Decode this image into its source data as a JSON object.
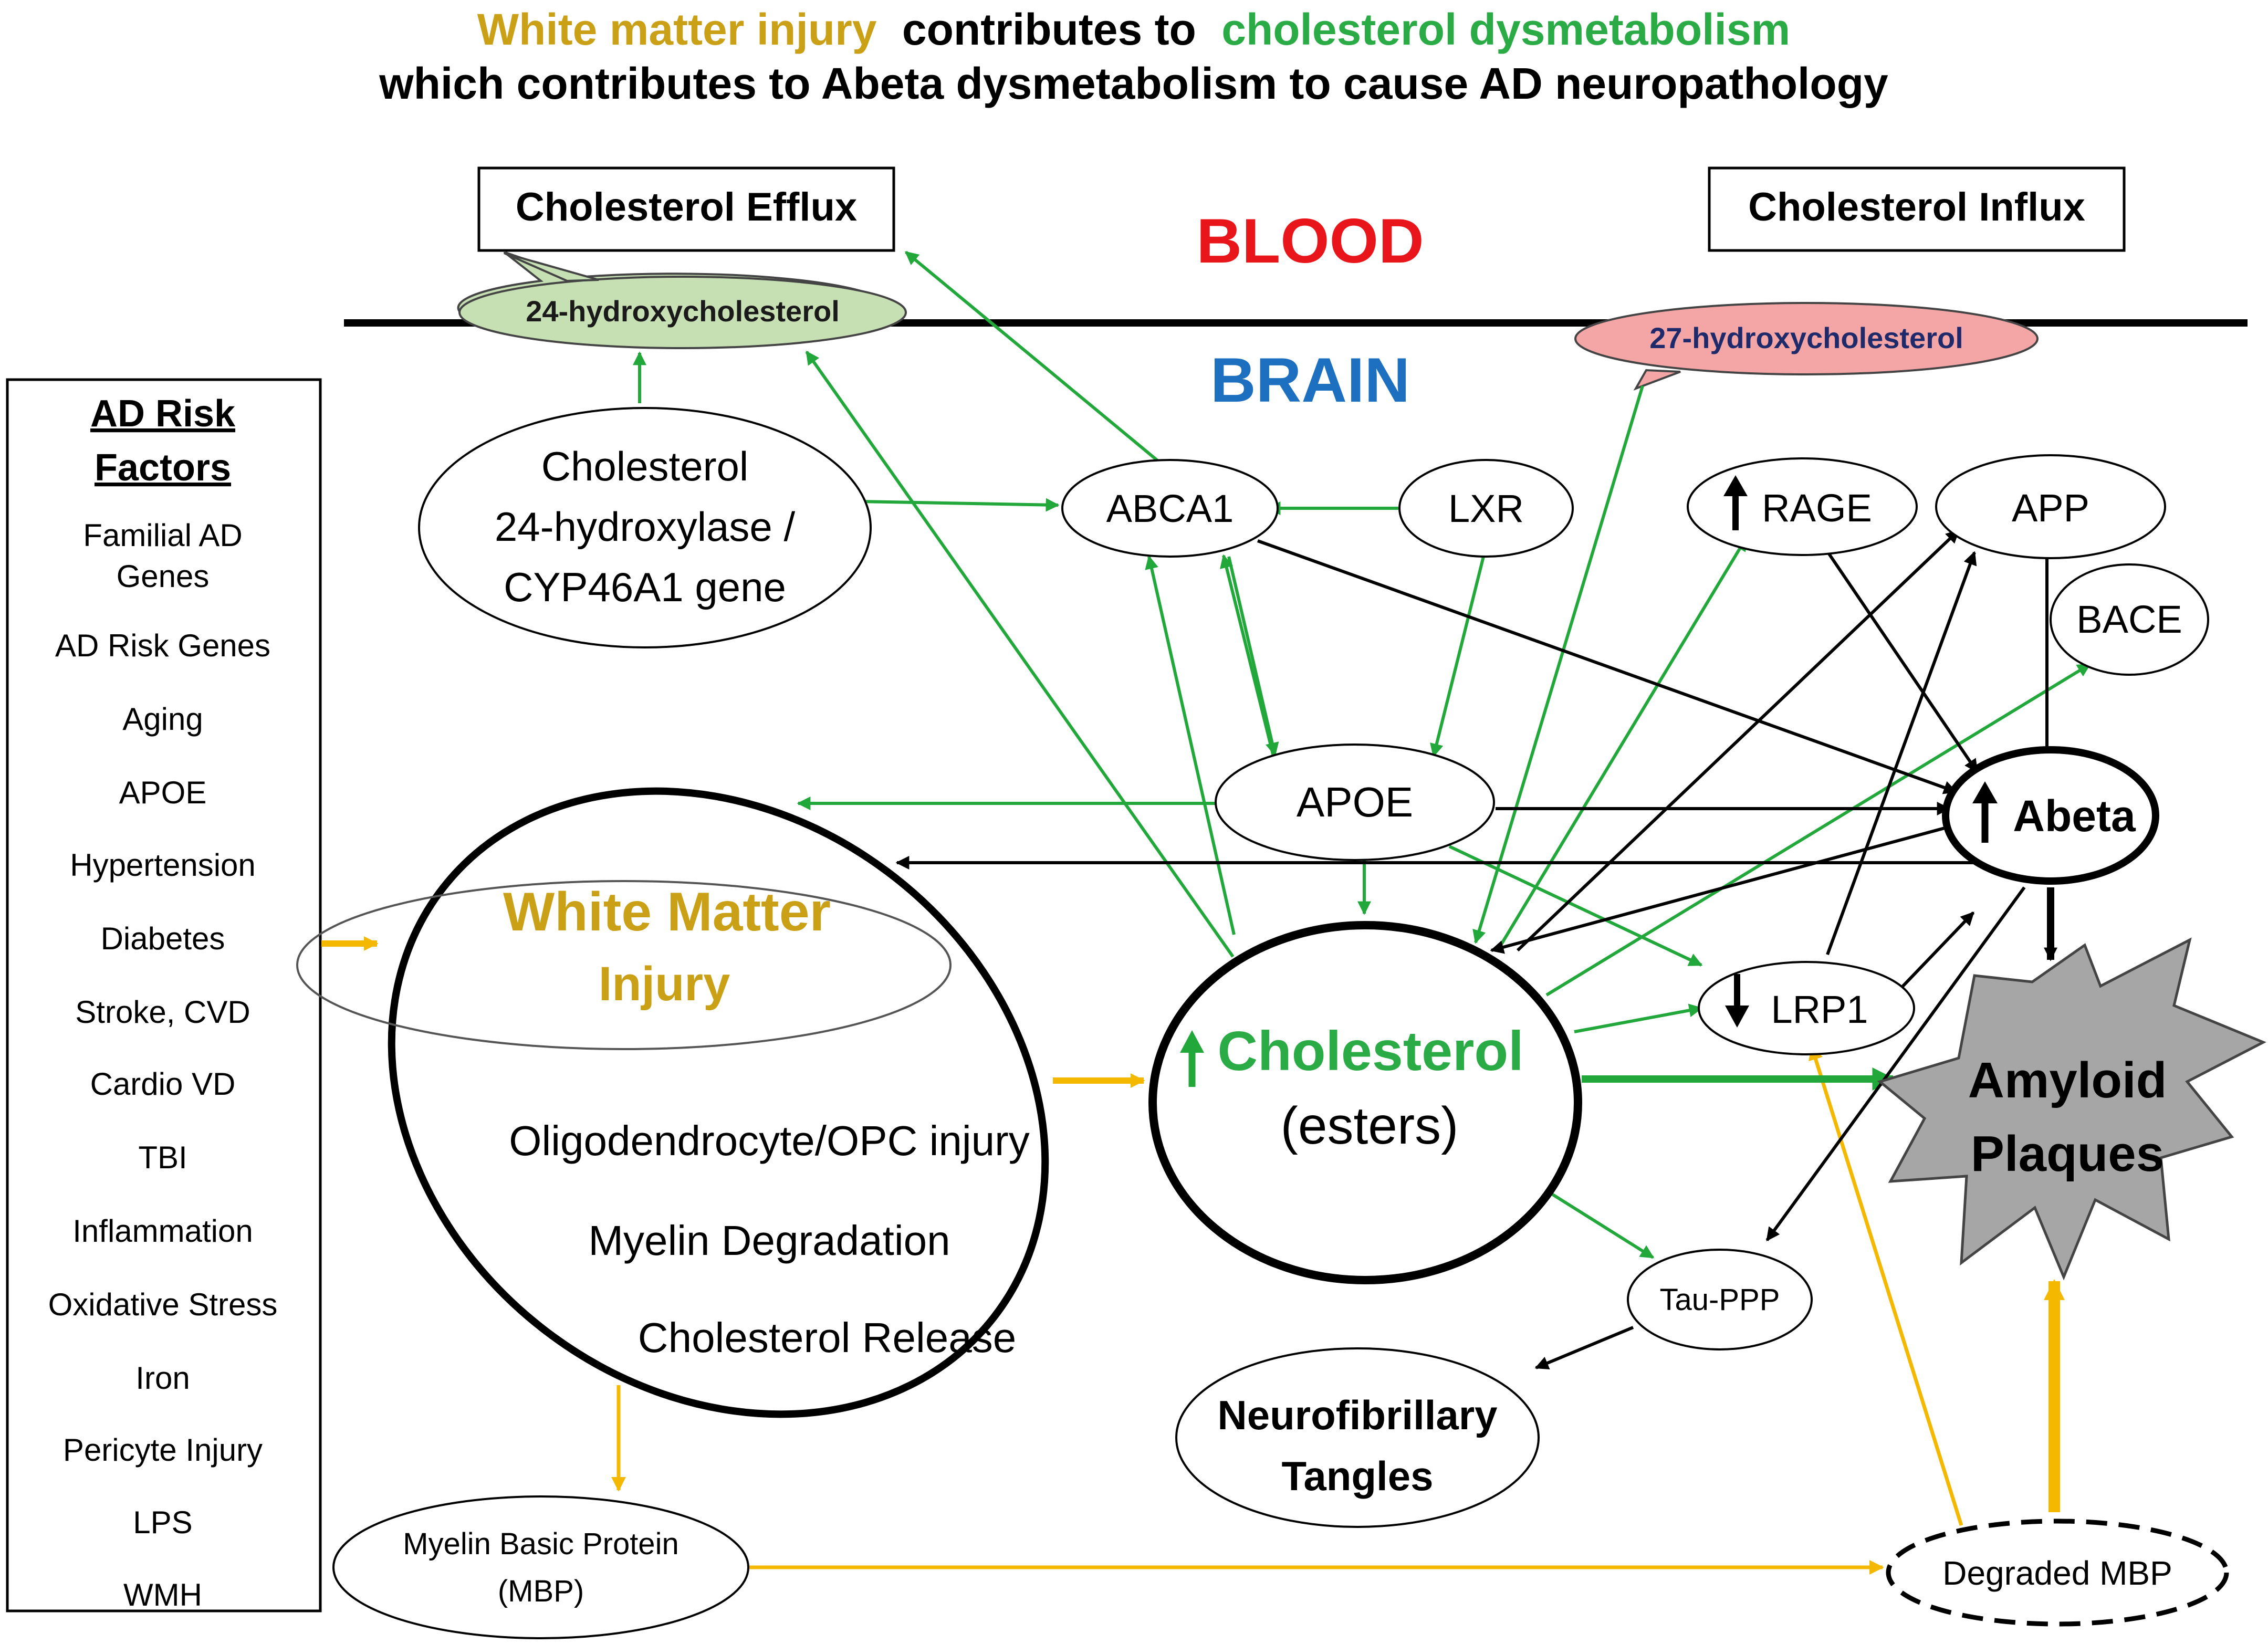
{
  "title": {
    "line1_part1": "White matter injury",
    "line1_part2": "contributes to",
    "line1_part3": "cholesterol dysmetabolism",
    "line2": "which contributes to Abeta dysmetabolism to cause AD neuropathology"
  },
  "regions": {
    "blood": "BLOOD",
    "brain": "BRAIN"
  },
  "boxes": {
    "efflux": "Cholesterol Efflux",
    "influx": "Cholesterol Influx"
  },
  "callouts": {
    "hydroxy24": "24-hydroxycholesterol",
    "hydroxy27": "27-hydroxycholesterol"
  },
  "risk_factors": {
    "heading_line1": "AD Risk",
    "heading_line2": "Factors",
    "items": [
      [
        "Familial AD",
        "Genes"
      ],
      [
        "AD Risk Genes"
      ],
      [
        "Aging"
      ],
      [
        "APOE"
      ],
      [
        "Hypertension"
      ],
      [
        "Diabetes"
      ],
      [
        "Stroke,  CVD"
      ],
      [
        "Cardio VD"
      ],
      [
        "TBI"
      ],
      [
        "Inflammation"
      ],
      [
        "Oxidative Stress"
      ],
      [
        "Iron"
      ],
      [
        "Pericyte Injury"
      ],
      [
        "LPS"
      ],
      [
        "WMH"
      ]
    ]
  },
  "nodes": {
    "cyp46a1": [
      "Cholesterol",
      "24-hydroxylase /",
      "CYP46A1 gene"
    ],
    "abca1": "ABCA1",
    "lxr": "LXR",
    "rage": "RAGE",
    "app": "APP",
    "bace": "BACE",
    "apoe": "APOE",
    "abeta": "Abeta",
    "lrp1": "LRP1",
    "cholesterol": "Cholesterol",
    "cholesterol_sub": "(esters)",
    "amyloid": [
      "Amyloid",
      "Plaques"
    ],
    "tau": "Tau-PPP",
    "tangles": [
      "Neurofibrillary",
      "Tangles"
    ],
    "mbp": [
      "Myelin Basic Protein",
      "(MBP)"
    ],
    "degraded_mbp": "Degraded MBP"
  },
  "white_matter": {
    "title": "White Matter",
    "subtitle": "Injury",
    "line1": "Oligodendrocyte/OPC  injury",
    "line2": "Myelin Degradation",
    "line3": "Cholesterol  Release"
  },
  "colors": {
    "gold": "#c9a016",
    "yellow_arrow": "#f5b800",
    "green": "#22a83a",
    "green_text": "#2bab45",
    "red": "#e8161b",
    "blue": "#1d6fbf",
    "callout_green": "#c6e0b4",
    "callout_red": "#f4a6a6",
    "star_gray": "#a6a6a6"
  }
}
